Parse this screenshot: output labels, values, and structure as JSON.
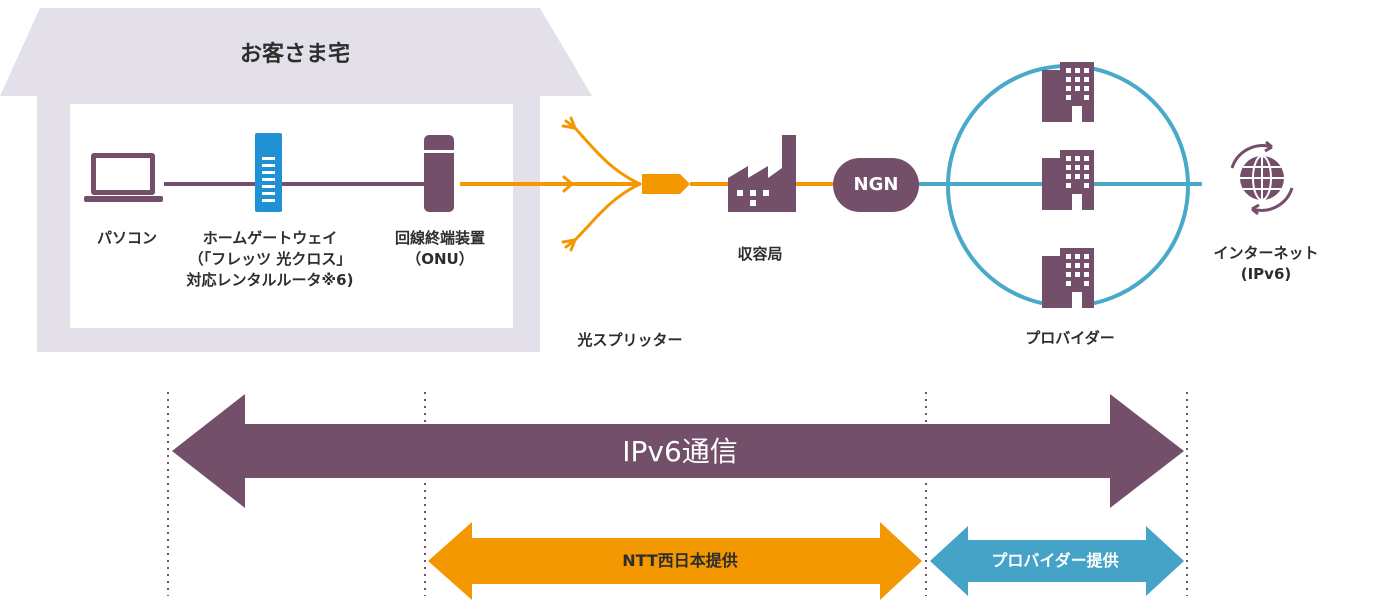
{
  "house": {
    "title": "お客さま宅"
  },
  "devices": {
    "pc": "パソコン",
    "gateway": [
      "ホームゲートウェイ",
      "（「フレッツ 光クロス」",
      "対応レンタルルータ※6)"
    ],
    "onu": [
      "回線終端装置",
      "（ONU）"
    ]
  },
  "network": {
    "splitter": "光スプリッター",
    "station": "収容局",
    "ngn": "NGN",
    "provider": "プロバイダー",
    "internet": [
      "インターネット",
      "(IPv6)"
    ]
  },
  "ranges": {
    "ipv6": "IPv6通信",
    "ntt": "NTT西日本提供",
    "provider": "プロバイダー提供"
  },
  "colors": {
    "house": "#e4e0ea",
    "purple": "#734f6a",
    "orange": "#f39800",
    "blue": "#44a3c7",
    "line_blue": "#49a9c9",
    "gateway_blue": "#1f91d4"
  }
}
